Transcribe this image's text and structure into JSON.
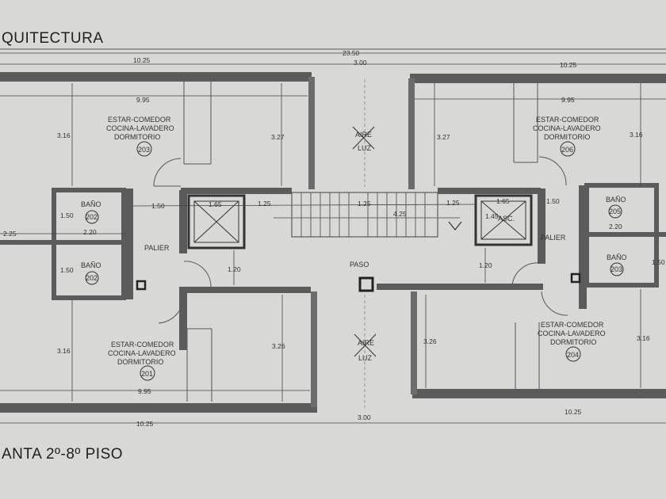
{
  "header": {
    "title": "QUITECTURA"
  },
  "footer": {
    "title": "ANTA 2º-8º PISO"
  },
  "dimensions": {
    "overall_width": "23.50",
    "left_block_width": "10.25",
    "right_block_width": "10.25",
    "center_width": "3.00",
    "inner_width": "9.95",
    "room_depth_top": "3.16",
    "room_depth_bottom": "3.16",
    "stair_depth_top": "3.27",
    "stair_depth_bottom": "3.26",
    "bath_depth": "1.50",
    "bath_width": "2.20",
    "bath_span": "2.25",
    "corridor_a": "1.50",
    "corridor_b": "1.65",
    "corridor_c": "1.25",
    "paso_height": "1.20",
    "stair_height": "4.25",
    "elev_right": "1.45"
  },
  "rooms": {
    "unit_line1": "ESTAR-COMEDOR",
    "unit_line2": "COCINA-LAVADERO",
    "unit_line3": "DORMITORIO",
    "unit_203": "203",
    "unit_206": "206",
    "unit_201": "201",
    "unit_204": "204",
    "bath_label": "BAÑO",
    "bath_202a": "202",
    "bath_202b": "202",
    "bath_205": "205",
    "bath_203": "203",
    "palier": "PALIER",
    "paso": "PASO",
    "aire": "AIRE",
    "luz": "LUZ",
    "asc": "ASC."
  }
}
